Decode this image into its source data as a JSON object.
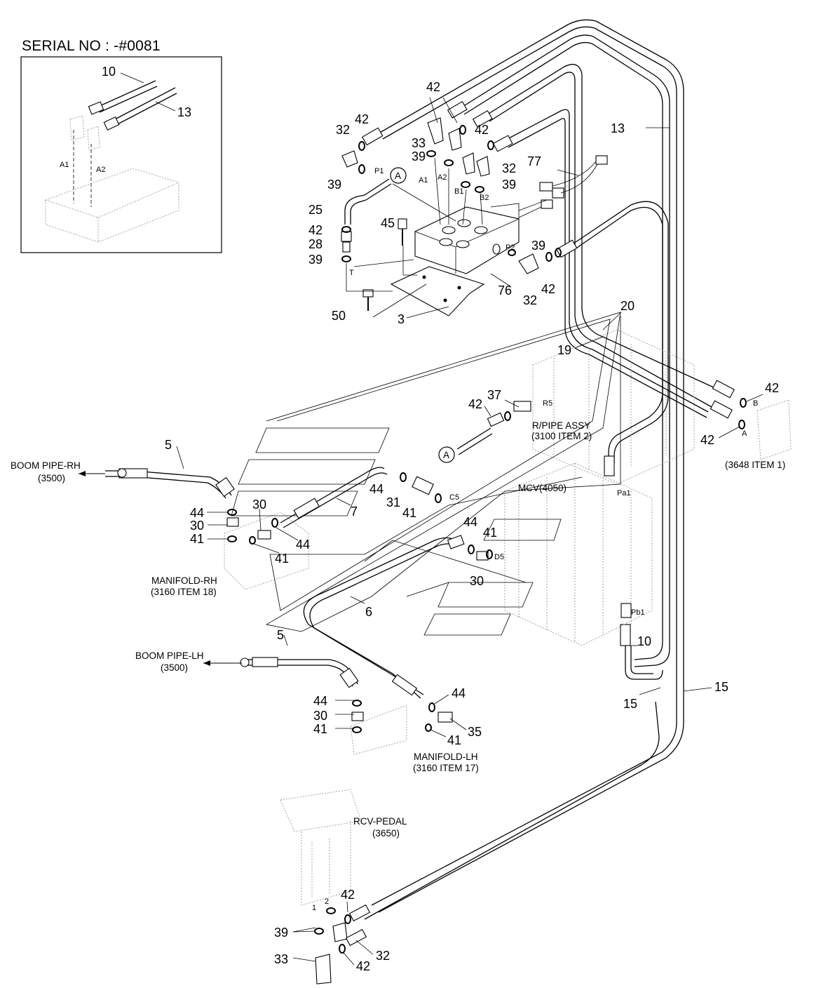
{
  "header": {
    "serial_no": "SERIAL NO : -#0081"
  },
  "inset": {
    "callouts": [
      "10",
      "13"
    ],
    "ports": [
      "A1",
      "A2"
    ]
  },
  "callouts": {
    "c42a": "42",
    "c32a": "32",
    "c42b": "42",
    "c33": "33",
    "c39a": "39",
    "c42c": "42",
    "c39b": "39",
    "c32b": "32",
    "c39c": "39",
    "c77": "77",
    "c13": "13",
    "c25": "25",
    "c42d": "42",
    "c45": "45",
    "c28": "28",
    "c39d": "39",
    "c39e": "39",
    "c42e": "42",
    "c32c": "32",
    "c76": "76",
    "c50": "50",
    "c3": "3",
    "c20": "20",
    "c19": "19",
    "c37": "37",
    "c42f": "42",
    "c42g": "42",
    "c42h": "42",
    "c5a": "5",
    "c44a": "44",
    "c30a": "30",
    "c41a": "41",
    "c30b": "30",
    "c44b": "44",
    "c41b": "41",
    "c7": "7",
    "c44c": "44",
    "c31": "31",
    "c41c": "41",
    "c44d": "44",
    "c41d": "41",
    "c30c": "30",
    "c6": "6",
    "c5b": "5",
    "c44e": "44",
    "c30d": "30",
    "c41e": "41",
    "c44f": "44",
    "c35": "35",
    "c41f": "41",
    "c10": "10",
    "c15a": "15",
    "c15b": "15",
    "c42i": "42",
    "c39f": "39",
    "c33b": "33",
    "c32d": "32",
    "c42j": "42"
  },
  "ports": {
    "P1": "P1",
    "A1": "A1",
    "A2": "A2",
    "B1": "B1",
    "B2": "B2",
    "P2": "P2",
    "T": "T",
    "R5": "R5",
    "C5": "C5",
    "D5": "D5",
    "Pa1": "Pa1",
    "Pb1": "Pb1",
    "B": "B",
    "A": "A",
    "one": "1",
    "two": "2",
    "circleA1": "A",
    "circleA2": "A"
  },
  "labels": {
    "boom_rh": "BOOM PIPE-RH",
    "boom_rh_ref": "(3500)",
    "boom_lh": "BOOM PIPE-LH",
    "boom_lh_ref": "(3500)",
    "manifold_rh": "MANIFOLD-RH",
    "manifold_rh_ref": "(3160 ITEM 18)",
    "manifold_lh": "MANIFOLD-LH",
    "manifold_lh_ref": "(3160 ITEM 17)",
    "rpipe": "R/PIPE ASSY",
    "rpipe_ref": "(3100 ITEM 2)",
    "mcv": "MCV(4050)",
    "item3648": "(3648 ITEM 1)",
    "rcv": "RCV-PEDAL",
    "rcv_ref": "(3650)"
  }
}
